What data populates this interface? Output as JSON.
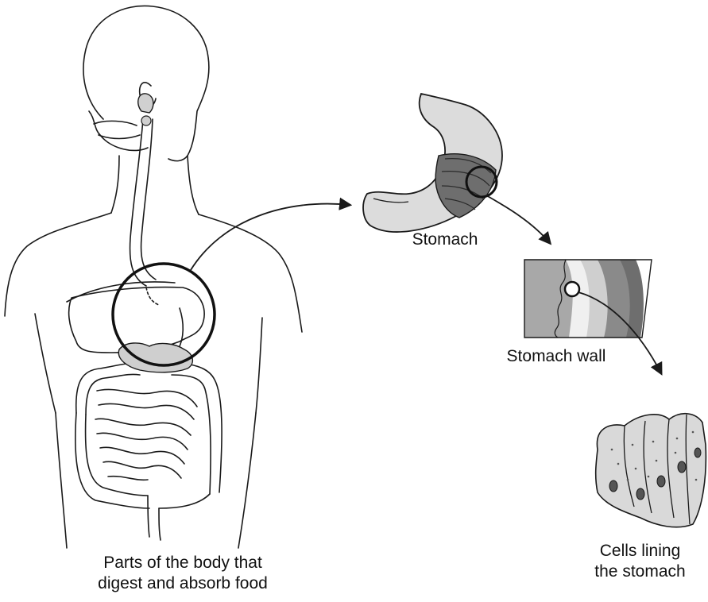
{
  "labels": {
    "stomach": "Stomach",
    "stomach_wall": "Stomach wall",
    "cells_line1": "Cells lining",
    "cells_line2": "the stomach",
    "body_line1": "Parts of the body that",
    "body_line2": "digest and absorb food"
  },
  "colors": {
    "ink": "#1a1a1a",
    "light_gray": "#dcdcdc",
    "mid_gray": "#a8a8a8",
    "dark_gray": "#6e6e6e",
    "cell_fill": "#d9d9d9"
  }
}
